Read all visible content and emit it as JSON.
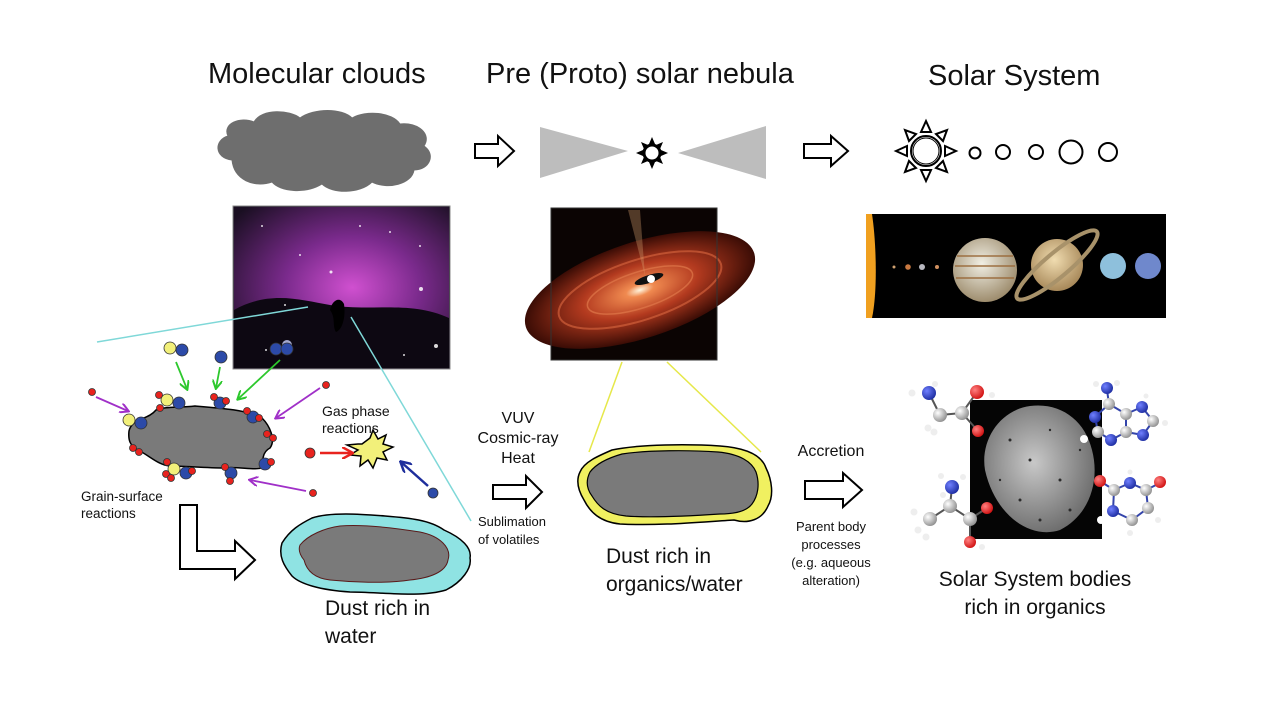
{
  "stages": [
    {
      "id": "molecular-clouds",
      "title": "Molecular clouds"
    },
    {
      "id": "solar-nebula",
      "title": "Pre (Proto) solar nebula"
    },
    {
      "id": "solar-system",
      "title": "Solar System"
    }
  ],
  "icons": {
    "cloud": "cloud-icon",
    "nebula_disk": "edge-on-disk-icon",
    "protostar": "star-icon",
    "sun": "sun-icon",
    "planets": [
      "planet-circle",
      "planet-circle",
      "planet-circle",
      "planet-circle",
      "planet-circle"
    ]
  },
  "photos": {
    "molecular_cloud": "Horsehead nebula photo",
    "protoplanetary_disk": "Protoplanetary disk illustration",
    "solar_system": "Solar System planets photo",
    "asteroid": "Asteroid photo with organic molecules"
  },
  "labels": {
    "gas_phase": [
      "Gas phase",
      "reactions"
    ],
    "grain_surface": [
      "Grain-surface",
      "reactions"
    ],
    "processing": [
      "VUV",
      "Cosmic-ray",
      "Heat"
    ],
    "sublimation": [
      "Sublimation",
      "of volatiles"
    ],
    "accretion": "Accretion",
    "parent_body": [
      "Parent body",
      "processes",
      "(e.g. aqueous",
      "alteration)"
    ],
    "dust_water": [
      "Dust rich in",
      "water"
    ],
    "dust_organics": [
      "Dust rich in",
      "organics/water"
    ],
    "bodies": [
      "Solar System bodies",
      "rich in organics"
    ]
  },
  "colors": {
    "grain": "#7a7a7a",
    "ice_water": "#8fe3e3",
    "organics": "#f0f060",
    "atom_red": "#e8231e",
    "atom_blue": "#2c4aa8",
    "atom_yellow": "#f2f07a",
    "arrow_green": "#2dc82d",
    "arrow_purple": "#a030c8",
    "zoom_line_cyan": "#7fd8d8",
    "zoom_line_yellow": "#e6e84a",
    "disk_gray": "#bdbdbd"
  }
}
